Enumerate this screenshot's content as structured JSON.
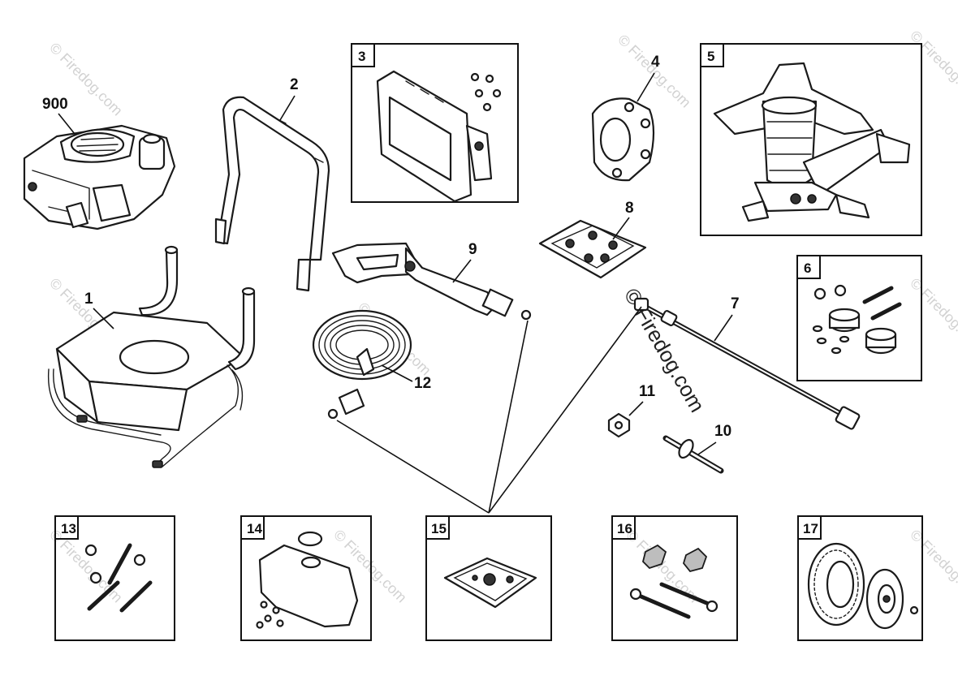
{
  "labels": {
    "p900": "900",
    "p1": "1",
    "p2": "2",
    "p3": "3",
    "p4": "4",
    "p5": "5",
    "p6": "6",
    "p7": "7",
    "p8": "8",
    "p9": "9",
    "p10": "10",
    "p11": "11",
    "p12": "12",
    "p13": "13",
    "p14": "14",
    "p15": "15",
    "p16": "16",
    "p17": "17"
  },
  "watermark": {
    "text": "© Firedog.com"
  },
  "colors": {
    "line": "#1a1a1a",
    "watermark": "#d2d2d2",
    "fill_gray": "#bdbdbd"
  }
}
